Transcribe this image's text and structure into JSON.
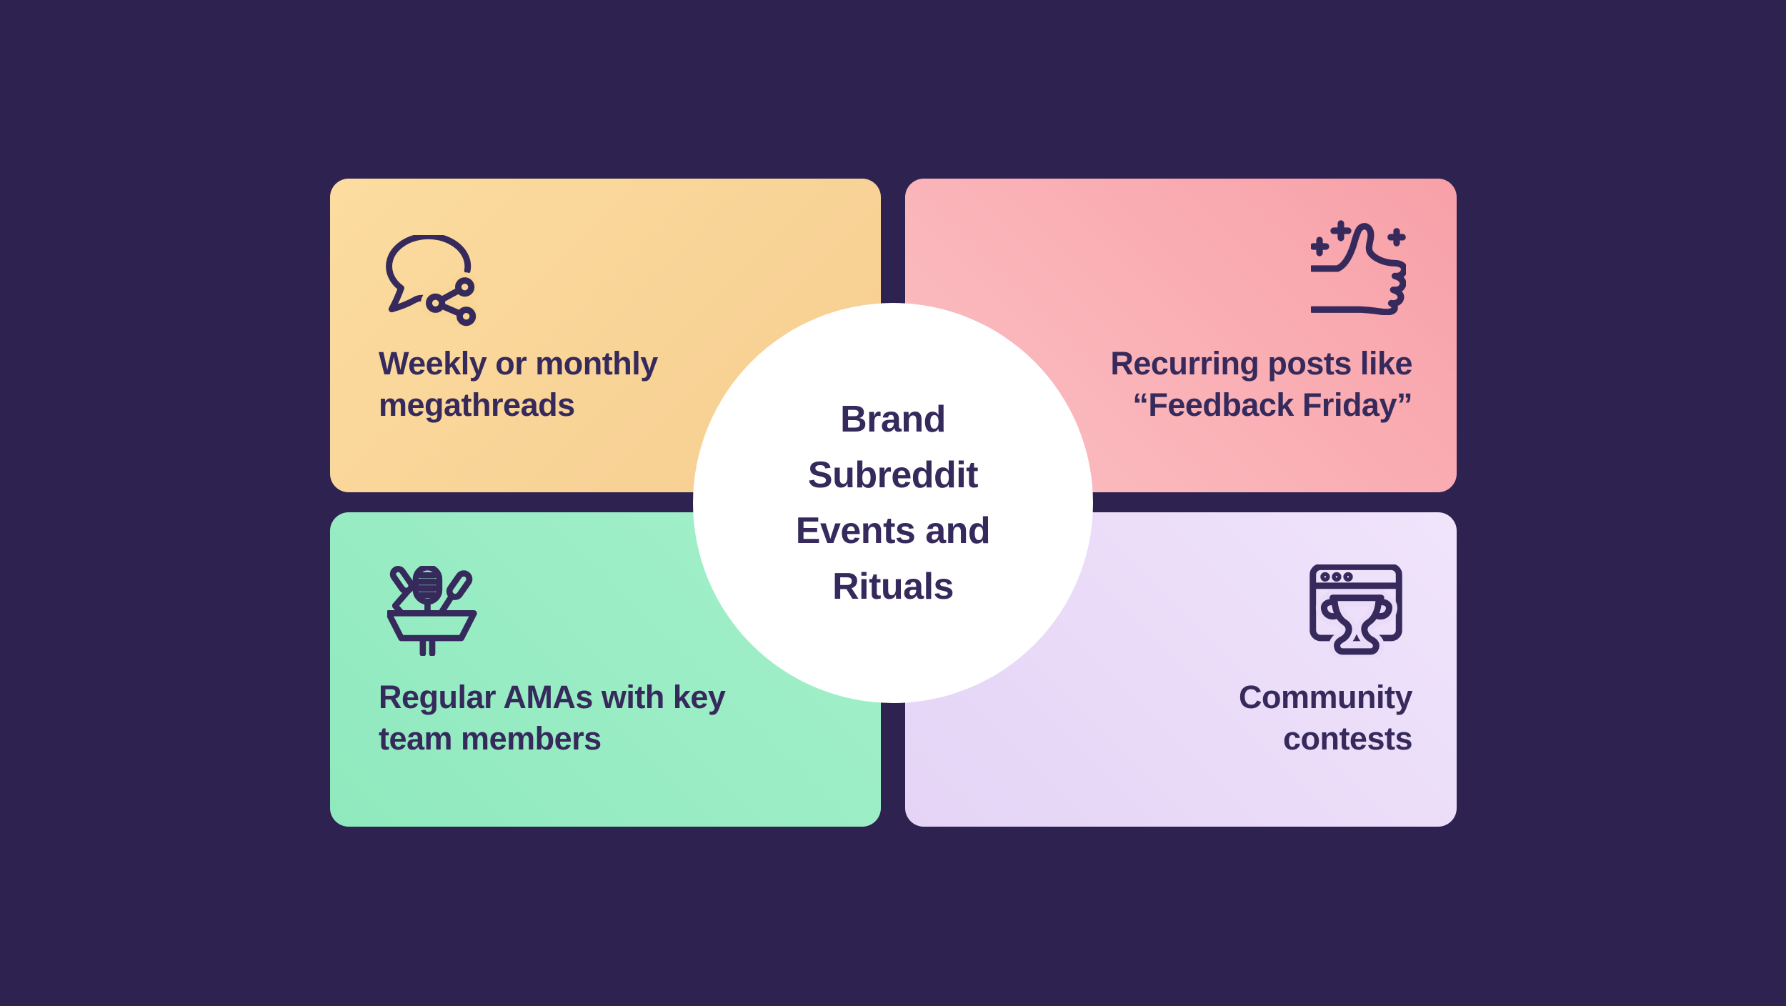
{
  "page": {
    "background_color": "#2D2250",
    "text_color": "#362A5C"
  },
  "center_circle": {
    "background_color": "#FFFFFF",
    "lines": [
      "Brand",
      "Subreddit",
      "Events and",
      "Rituals"
    ]
  },
  "cards": [
    {
      "id": "weekly-megathreads",
      "label": "Weekly or monthly megathreads",
      "icon": "chat-share-icon",
      "background_css": "background:linear-gradient(135deg,#FCDCA0,#F6CD90)"
    },
    {
      "id": "recurring-posts",
      "label": "Recurring posts like “Feedback Friday”",
      "icon": "thumbs-up-sparkles-icon",
      "background_css": "background:linear-gradient(225deg,#F8A0A8,#FBC0C3)"
    },
    {
      "id": "regular-amas",
      "label": "Regular AMAs with key team members",
      "icon": "podium-microphones-icon",
      "background_css": "background:linear-gradient(225deg,#A3F0CB,#90E9BE)"
    },
    {
      "id": "community-contests",
      "label": "Community contests",
      "icon": "browser-trophy-icon",
      "background_css": "background:linear-gradient(225deg,#F0E4FB,#E5D4F6)"
    }
  ]
}
